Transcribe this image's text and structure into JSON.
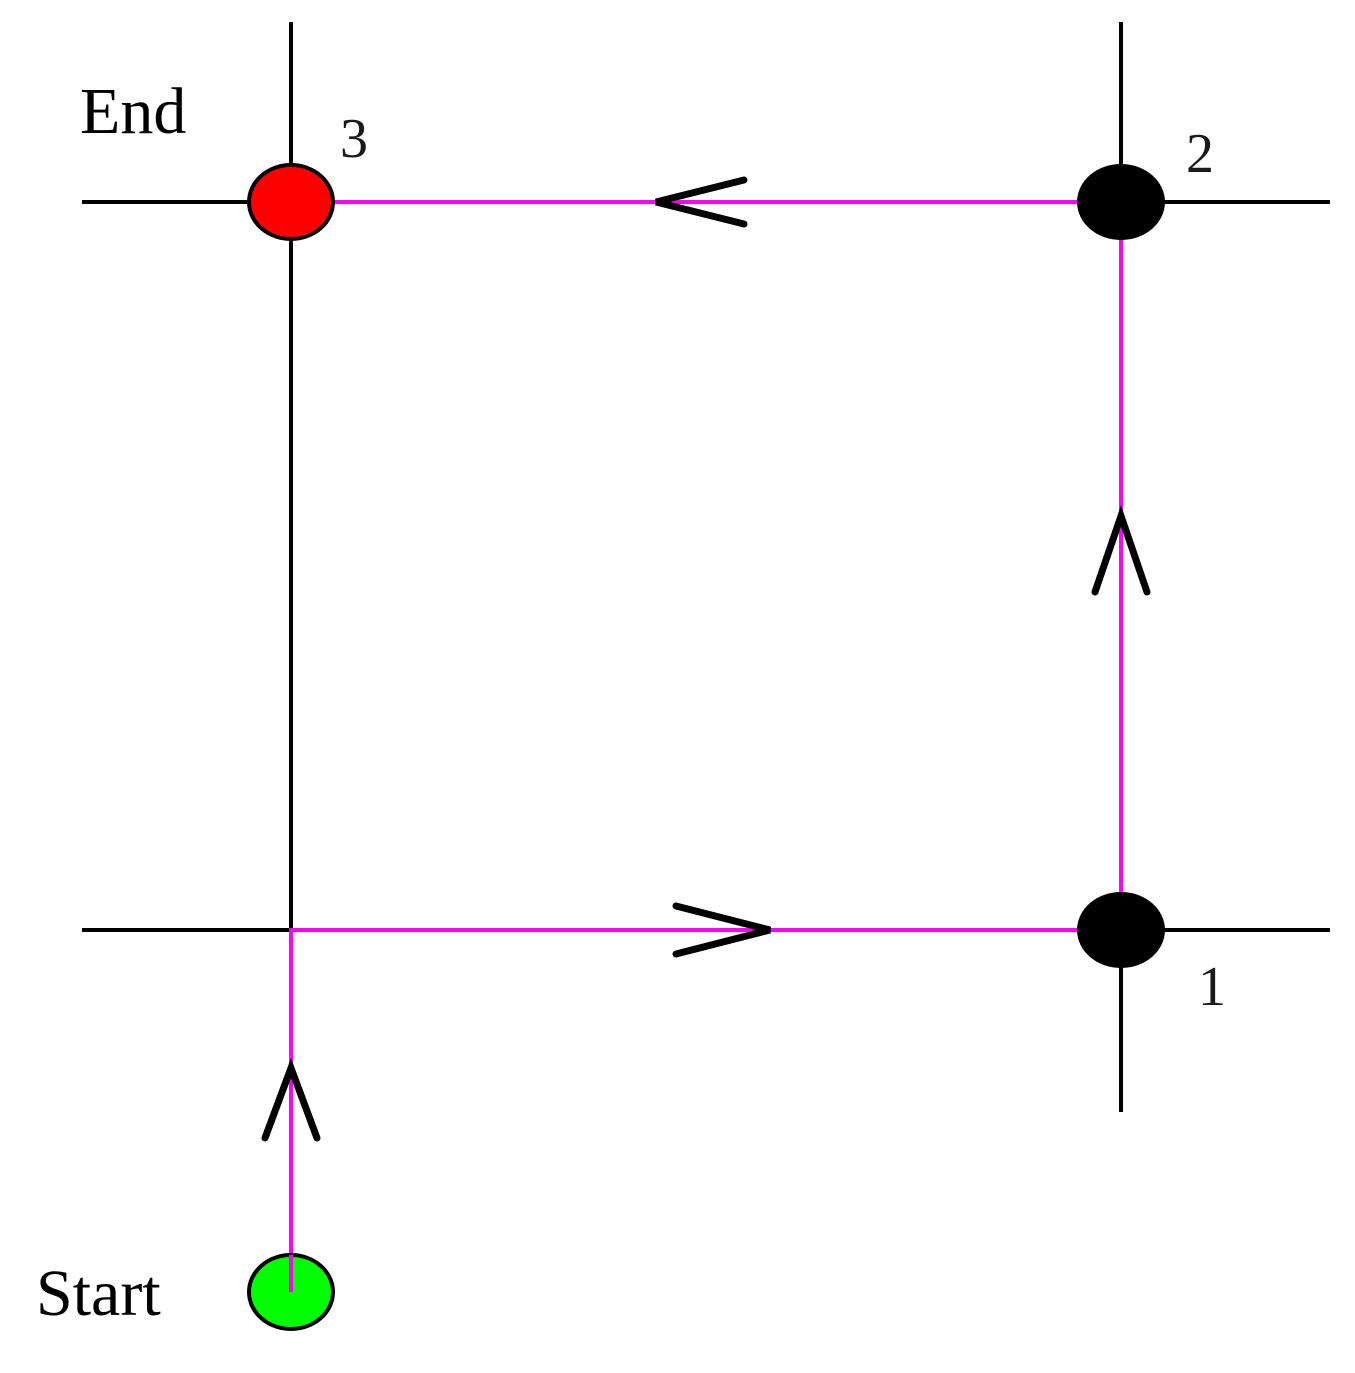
{
  "labels": {
    "start": "Start",
    "end": "End"
  },
  "nodes": [
    {
      "id": "start",
      "label": "",
      "color": "#00ff00",
      "role": "start"
    },
    {
      "id": "1",
      "label": "1",
      "color": "#000000",
      "role": "waypoint"
    },
    {
      "id": "2",
      "label": "2",
      "color": "#000000",
      "role": "waypoint"
    },
    {
      "id": "3",
      "label": "3",
      "color": "#ff0000",
      "role": "end"
    }
  ],
  "path": {
    "color": "#ff00ff",
    "sequence": [
      "start",
      "1",
      "2",
      "3"
    ]
  },
  "colors": {
    "grid_line": "#000000",
    "arrow": "#000000",
    "background": "#ffffff"
  }
}
